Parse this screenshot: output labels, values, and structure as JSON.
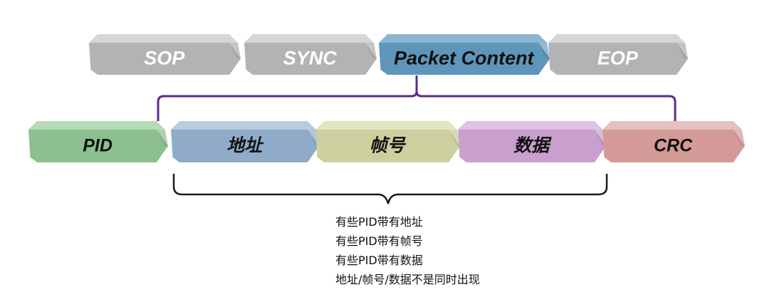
{
  "top_row": [
    {
      "label": "SOP",
      "face": "#b3b3b3",
      "top": "#d6d6d6",
      "side": "#969696",
      "text_color": "#ffffff"
    },
    {
      "label": "SYNC",
      "face": "#b3b3b3",
      "top": "#d6d6d6",
      "side": "#969696",
      "text_color": "#ffffff"
    },
    {
      "label": "Packet Content",
      "face": "#5e96bb",
      "top": "#8ab6d2",
      "side": "#477d9f",
      "text_color": "#111111"
    },
    {
      "label": "EOP",
      "face": "#b3b3b3",
      "top": "#d6d6d6",
      "side": "#969696",
      "text_color": "#ffffff"
    }
  ],
  "bottom_row": [
    {
      "label": "PID",
      "face": "#8cc08f",
      "top": "#b5dab7",
      "side": "#6fa673"
    },
    {
      "label": "地址",
      "face": "#8fabc7",
      "top": "#b8cce0",
      "side": "#7896b2"
    },
    {
      "label": "帧号",
      "face": "#cdcf9f",
      "top": "#e3e4c3",
      "side": "#b4b685"
    },
    {
      "label": "数据",
      "face": "#c99fcd",
      "top": "#e0c2e3",
      "side": "#b085b4"
    },
    {
      "label": "CRC",
      "face": "#d49a98",
      "top": "#e6c0be",
      "side": "#bd807e"
    }
  ],
  "colors": {
    "connector": "#5a2a8a",
    "brace": "#1a1a1a"
  },
  "notes": [
    "有些PID带有地址",
    "有些PID带有帧号",
    "有些PID带有数据",
    "地址/帧号/数据不是同时出现"
  ]
}
